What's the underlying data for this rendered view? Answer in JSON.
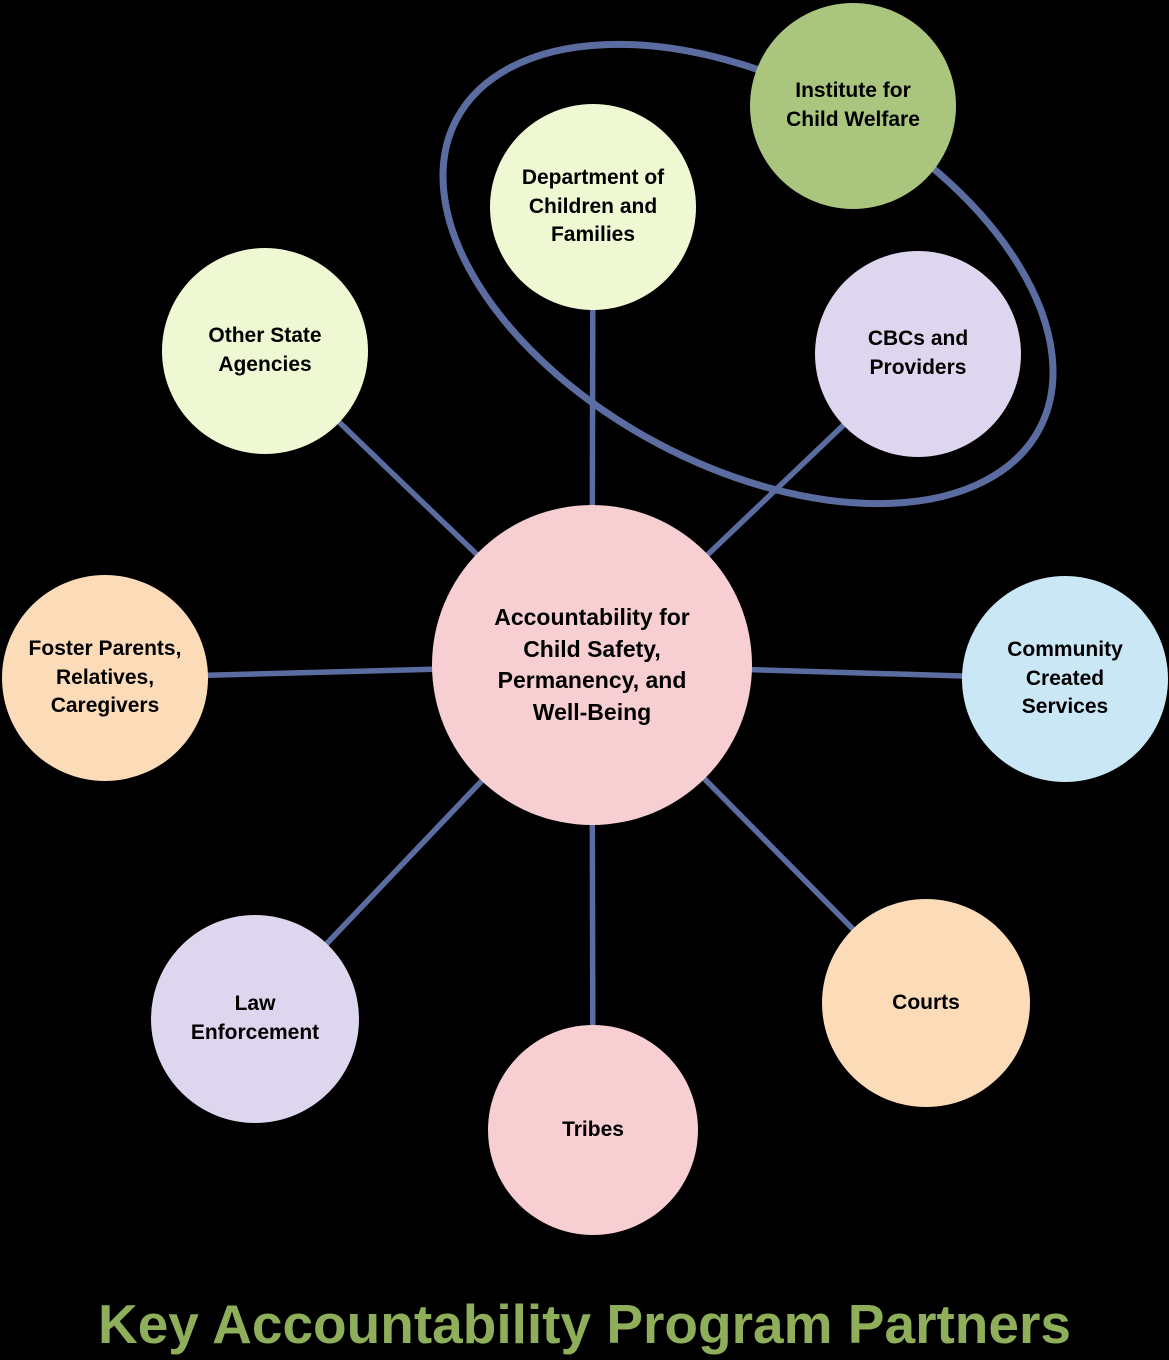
{
  "colors": {
    "background": "#000000",
    "connector": "#5b6ca1",
    "green": "#a9c57e",
    "pale_green": "#eef8d3",
    "lavender": "#ded5ee",
    "peach": "#fcdcb8",
    "blue": "#cae7f6",
    "pink": "#f7cfd3",
    "title_green": "#8fae5a"
  },
  "hub": {
    "label": "Accountability for Child Safety, Permanency, and Well-Being",
    "fill": "#f7cfd3"
  },
  "nodes": [
    {
      "label": "Institute for Child Welfare",
      "fill": "#a9c57e"
    },
    {
      "label": "Department of Children and Families",
      "fill": "#eef8d3"
    },
    {
      "label": "CBCs and Providers",
      "fill": "#ded5ee"
    },
    {
      "label": "Other State Agencies",
      "fill": "#eef8d3"
    },
    {
      "label": "Foster Parents, Relatives, Caregivers",
      "fill": "#fcdcb8"
    },
    {
      "label": "Community Created Services",
      "fill": "#cae7f6"
    },
    {
      "label": "Law Enforcement",
      "fill": "#ded5ee"
    },
    {
      "label": "Tribes",
      "fill": "#f7cfd3"
    },
    {
      "label": "Courts",
      "fill": "#fcdcb8"
    }
  ],
  "title": {
    "text": "Key Accountability Program Partners",
    "color": "#8fae5a"
  }
}
